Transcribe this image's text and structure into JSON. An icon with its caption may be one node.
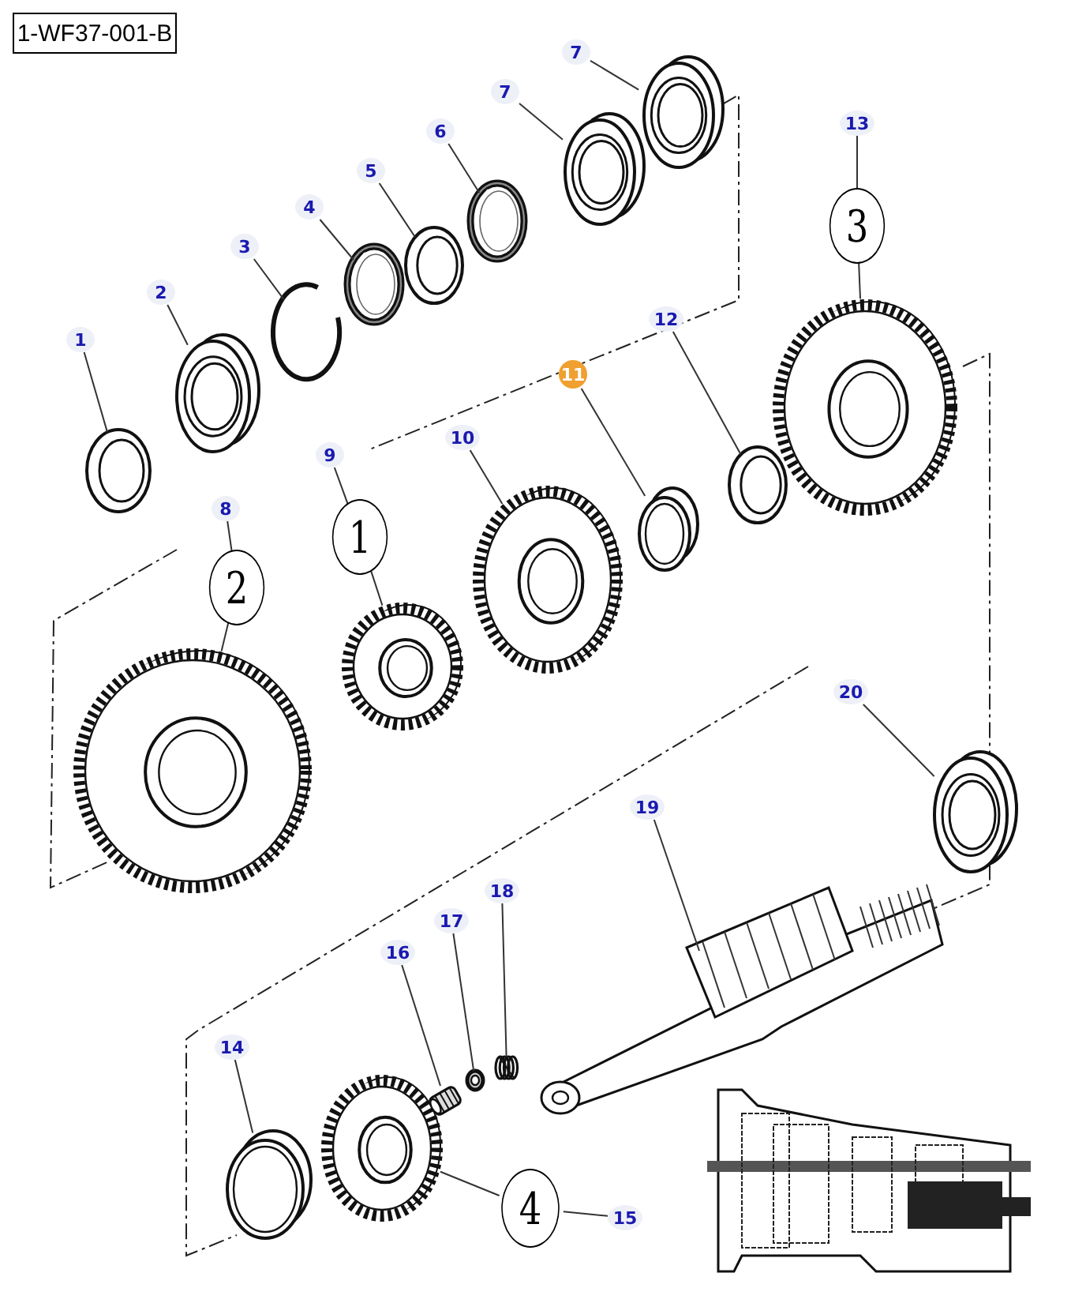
{
  "diagram": {
    "nodes": [
      {
        "text": [
          "1-WF37-001-B"
        ]
      },
      {
        "text": [
          "1"
        ]
      },
      {
        "text": [],
        "shape": "picture"
      },
      {
        "text": [
          "2"
        ]
      },
      {
        "text": [],
        "shape": "picture"
      },
      {
        "text": [
          "3"
        ]
      },
      {
        "text": [],
        "shape": "picture"
      },
      {
        "text": [
          "4"
        ]
      },
      {
        "text": [],
        "shape": "picture"
      },
      {
        "text": [
          "5"
        ]
      },
      {
        "text": [],
        "shape": "picture"
      },
      {
        "text": [
          "6"
        ]
      },
      {
        "text": [],
        "shape": "picture"
      },
      {
        "text": [
          "7"
        ]
      },
      {
        "text": [],
        "shape": "picture"
      },
      {
        "text": [
          "7"
        ]
      },
      {
        "text": [],
        "shape": "picture"
      },
      {
        "text": [
          "8"
        ]
      },
      {
        "text": [
          "2"
        ]
      },
      {
        "text": [],
        "shape": "picture"
      },
      {
        "text": [
          "9"
        ]
      },
      {
        "text": [
          "1"
        ]
      },
      {
        "text": [],
        "shape": "picture"
      },
      {
        "text": [
          "10"
        ]
      },
      {
        "text": [],
        "shape": "picture"
      },
      {
        "text": [
          "11"
        ]
      },
      {
        "text": [],
        "shape": "picture"
      },
      {
        "text": [
          "12"
        ]
      },
      {
        "text": [],
        "shape": "picture"
      },
      {
        "text": [
          "13"
        ]
      },
      {
        "text": [
          "3"
        ]
      },
      {
        "text": [],
        "shape": "picture"
      },
      {
        "text": [
          "14"
        ]
      },
      {
        "text": [],
        "shape": "picture"
      },
      {
        "text": [
          "15"
        ]
      },
      {
        "text": [
          "4"
        ]
      },
      {
        "text": [],
        "shape": "picture"
      },
      {
        "text": [
          "16"
        ]
      },
      {
        "text": [],
        "shape": "picture"
      },
      {
        "text": [
          "17"
        ]
      },
      {
        "text": [],
        "shape": "picture"
      },
      {
        "text": [
          "18"
        ]
      },
      {
        "text": [],
        "shape": "picture"
      },
      {
        "text": [
          "19"
        ]
      },
      {
        "text": [],
        "shape": "picture"
      },
      {
        "text": [
          "20"
        ]
      },
      {
        "text": [],
        "shape": "picture"
      }
    ],
    "edges": [
      {
        "from": 1,
        "to": 2,
        "arrow": "none"
      },
      {
        "from": 3,
        "to": 4,
        "arrow": "none"
      },
      {
        "from": 5,
        "to": 6,
        "arrow": "none"
      },
      {
        "from": 7,
        "to": 8,
        "arrow": "none"
      },
      {
        "from": 9,
        "to": 10,
        "arrow": "none"
      },
      {
        "from": 11,
        "to": 12,
        "arrow": "none"
      },
      {
        "from": 13,
        "to": 14,
        "arrow": "none"
      },
      {
        "from": 15,
        "to": 16,
        "arrow": "none"
      },
      {
        "from": 17,
        "to": 18,
        "arrow": "none"
      },
      {
        "from": 18,
        "to": 19,
        "arrow": "none"
      },
      {
        "from": 20,
        "to": 21,
        "arrow": "none"
      },
      {
        "from": 21,
        "to": 22,
        "arrow": "none"
      },
      {
        "from": 23,
        "to": 24,
        "arrow": "none"
      },
      {
        "from": 25,
        "to": 26,
        "arrow": "none"
      },
      {
        "from": 27,
        "to": 28,
        "arrow": "none"
      },
      {
        "from": 29,
        "to": 30,
        "arrow": "none"
      },
      {
        "from": 30,
        "to": 31,
        "arrow": "none"
      },
      {
        "from": 32,
        "to": 33,
        "arrow": "none"
      },
      {
        "from": 34,
        "to": 35,
        "arrow": "none"
      },
      {
        "from": 35,
        "to": 36,
        "arrow": "none"
      },
      {
        "from": 37,
        "to": 38,
        "arrow": "none"
      },
      {
        "from": 39,
        "to": 40,
        "arrow": "none"
      },
      {
        "from": 41,
        "to": 42,
        "arrow": "none"
      },
      {
        "from": 43,
        "to": 44,
        "arrow": "none"
      },
      {
        "from": 45,
        "to": 46,
        "arrow": "none"
      }
    ]
  }
}
